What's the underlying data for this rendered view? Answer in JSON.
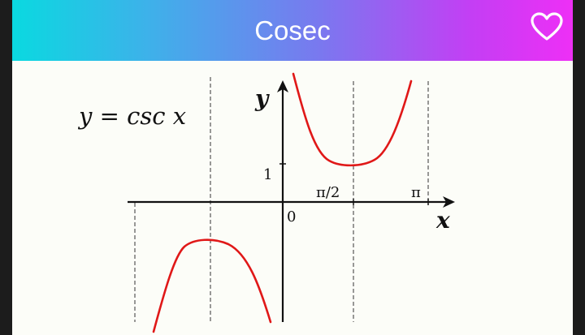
{
  "header": {
    "title": "Cosec",
    "favorite_icon": "heart-outline-icon"
  },
  "graph": {
    "formula": "y = csc x",
    "y_axis_label": "y",
    "x_axis_label": "x",
    "origin_label": "0",
    "y_tick_label": "1",
    "x_tick_labels": [
      "π/2",
      "π"
    ],
    "curve_color": "#e01818",
    "axis_color": "#111111"
  }
}
